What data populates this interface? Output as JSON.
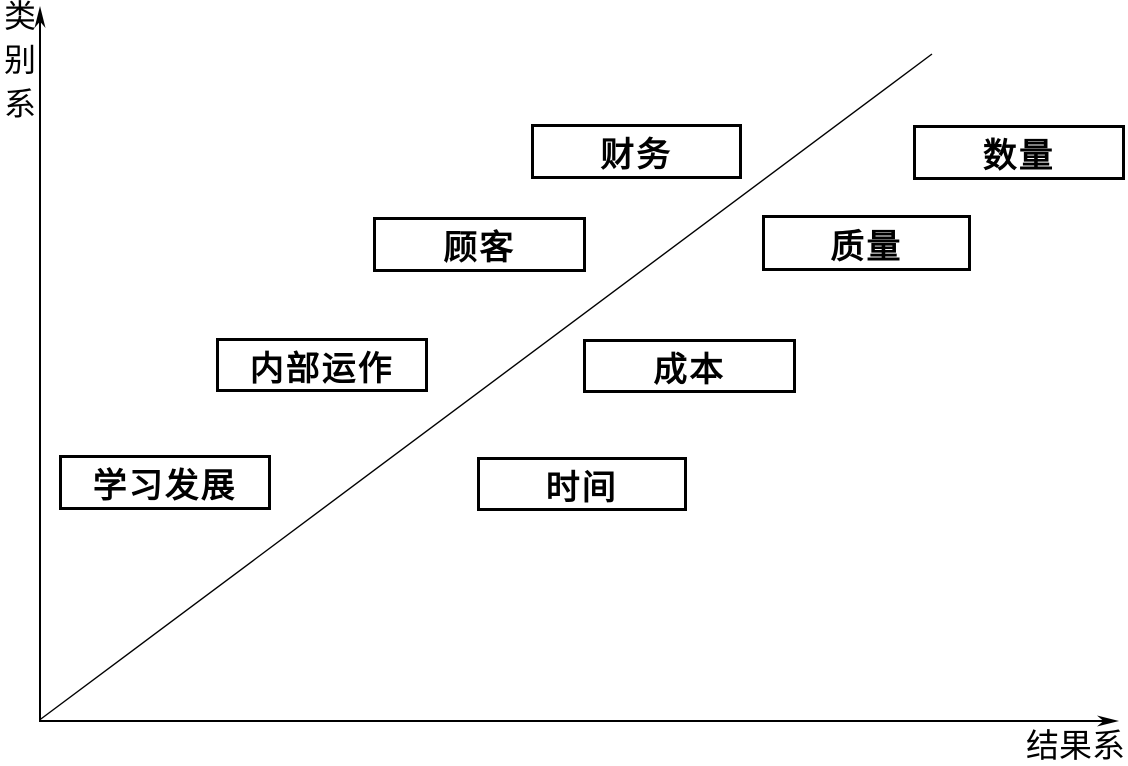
{
  "figure": {
    "type": "axis-diagram",
    "background_color": "#ffffff",
    "ink_color": "#000000"
  },
  "axes": {
    "y_label": "类别系",
    "x_label": "结果系"
  },
  "diagonal": {
    "description": "diagonal-line-from-origin-separating-box-groups"
  },
  "boxes": [
    {
      "label": "财务",
      "side": "above-diagonal"
    },
    {
      "label": "数量",
      "side": "below-diagonal"
    },
    {
      "label": "顾客",
      "side": "above-diagonal"
    },
    {
      "label": "质量",
      "side": "below-diagonal"
    },
    {
      "label": "内部运作",
      "side": "above-diagonal"
    },
    {
      "label": "成本",
      "side": "below-diagonal"
    },
    {
      "label": "学习发展",
      "side": "above-diagonal"
    },
    {
      "label": "时间",
      "side": "below-diagonal"
    }
  ]
}
